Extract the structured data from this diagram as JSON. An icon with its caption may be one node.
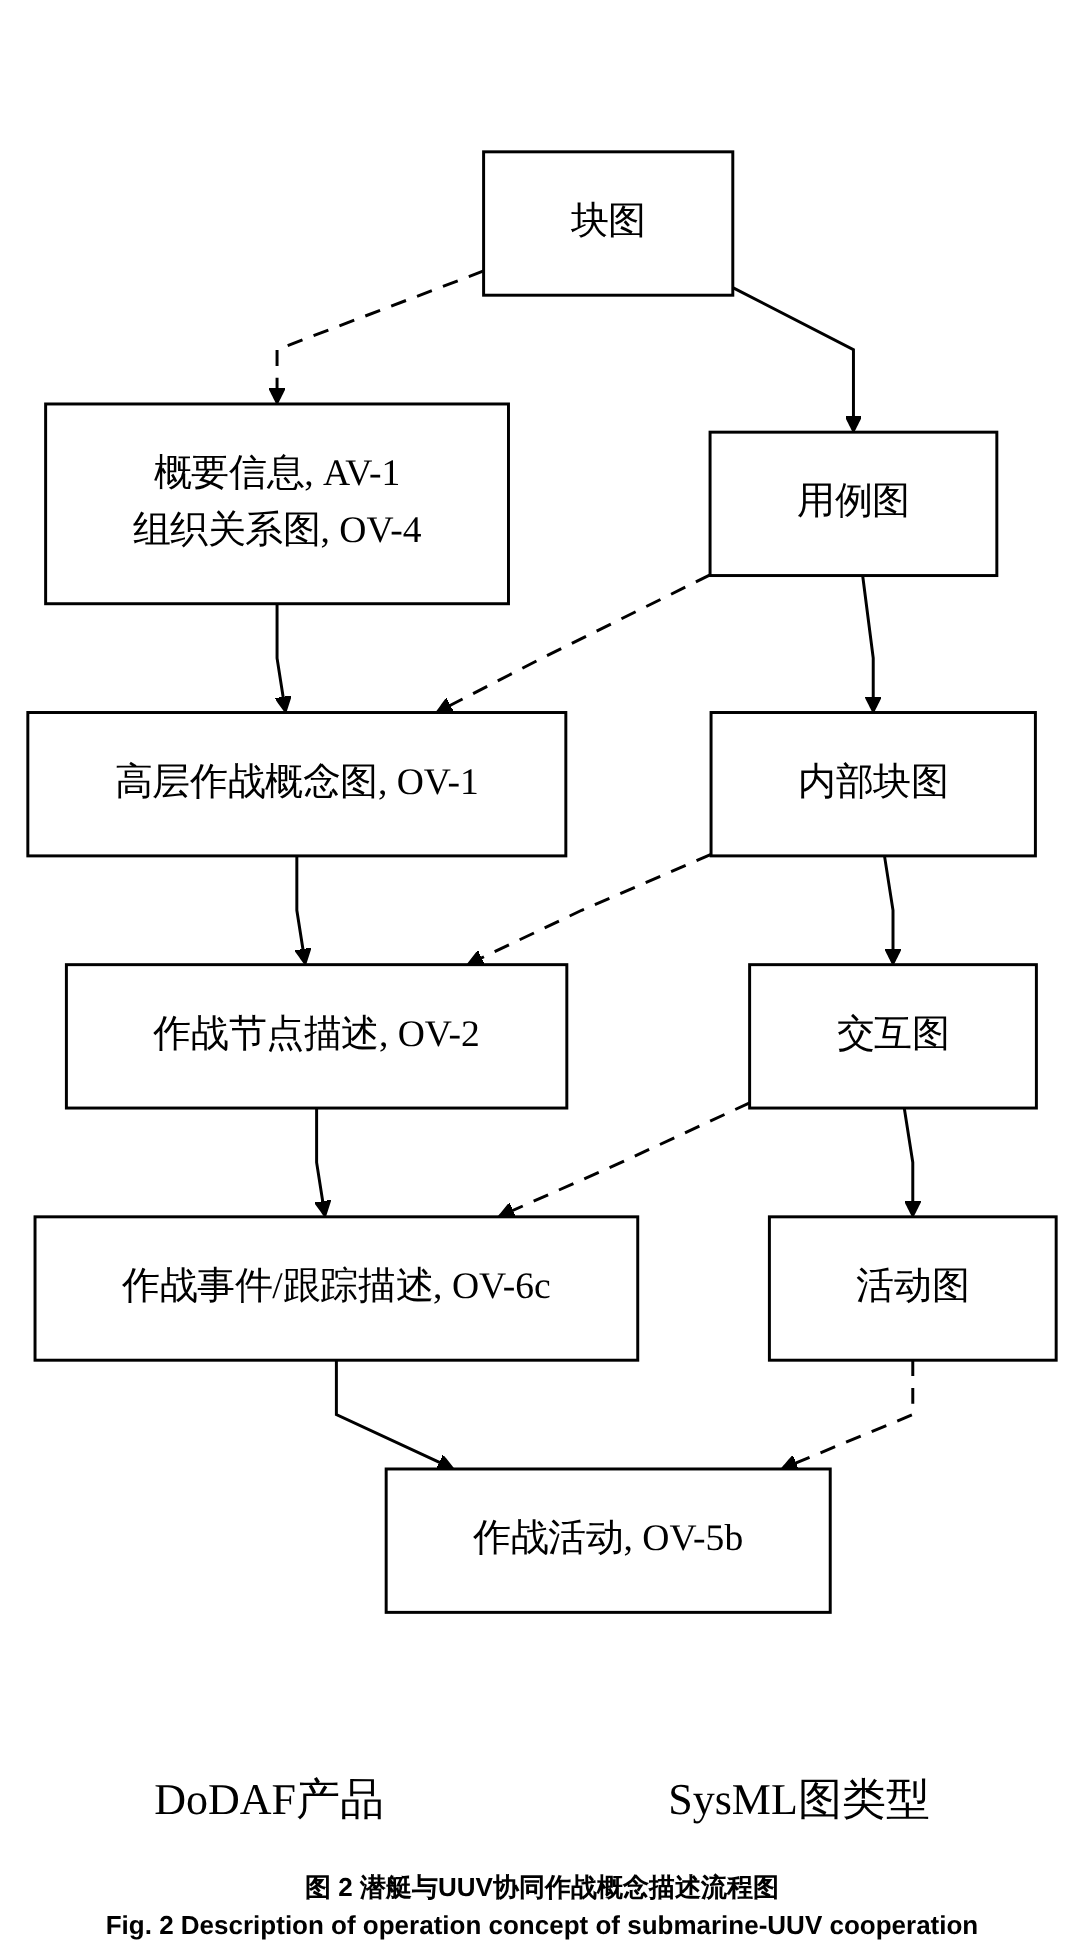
{
  "diagram": {
    "caption": "图 2 潜艇与UUV协同作战概念描述流程图",
    "nodes": [
      {
        "text": [
          "概要信息, AV-1",
          "组织关系图, OV-4"
        ]
      },
      {
        "text": [
          "块图"
        ]
      },
      {
        "text": [
          "高层作战概念图, OV-1"
        ]
      },
      {
        "text": [
          "用例图"
        ]
      },
      {
        "text": [
          "作战节点描述, OV-2"
        ]
      },
      {
        "text": [
          "内部块图"
        ]
      },
      {
        "text": [
          "作战事件/跟踪描述, OV-6c"
        ]
      },
      {
        "text": [
          "交互图"
        ]
      },
      {
        "text": [
          "作战活动, OV-5b"
        ]
      },
      {
        "text": [
          "活动图"
        ]
      }
    ],
    "edges": [
      {
        "from": 1,
        "to": 0,
        "arrow": "to",
        "style": "dashed"
      },
      {
        "from": 0,
        "to": 2,
        "arrow": "to"
      },
      {
        "from": 1,
        "to": 3,
        "arrow": "to"
      },
      {
        "from": 3,
        "to": 2,
        "arrow": "to",
        "style": "dashed"
      },
      {
        "from": 2,
        "to": 4,
        "arrow": "to"
      },
      {
        "from": 3,
        "to": 5,
        "arrow": "to"
      },
      {
        "from": 5,
        "to": 4,
        "arrow": "to",
        "style": "dashed"
      },
      {
        "from": 4,
        "to": 6,
        "arrow": "to"
      },
      {
        "from": 5,
        "to": 7,
        "arrow": "to"
      },
      {
        "from": 7,
        "to": 6,
        "arrow": "to",
        "style": "dashed"
      },
      {
        "from": 6,
        "to": 8,
        "arrow": "to"
      },
      {
        "from": 7,
        "to": 9,
        "arrow": "to"
      },
      {
        "from": 9,
        "to": 8,
        "arrow": "to",
        "style": "dashed"
      }
    ],
    "labels": [
      "DoDAF产品",
      "SysML图类型",
      "Fig. 2 Description of operation concept of submarine-UUV cooperation"
    ]
  }
}
